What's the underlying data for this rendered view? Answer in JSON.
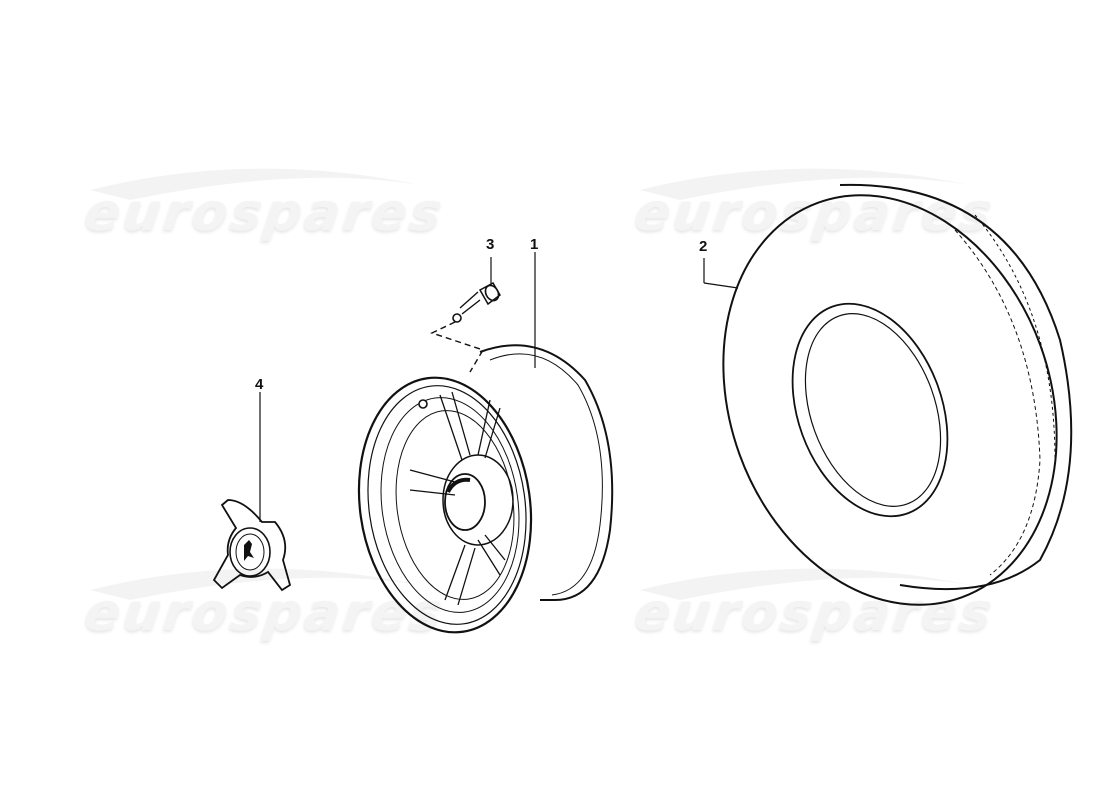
{
  "diagram": {
    "type": "exploded-parts-diagram",
    "subject": "wheel and tyre assembly",
    "watermarks": [
      {
        "text": "eurospares",
        "position": "top-left"
      },
      {
        "text": "eurospares",
        "position": "top-right"
      },
      {
        "text": "eurospares",
        "position": "bottom-left"
      },
      {
        "text": "eurospares",
        "position": "bottom-right"
      }
    ],
    "callouts": [
      {
        "number": "1",
        "part": "wheel rim"
      },
      {
        "number": "2",
        "part": "tyre"
      },
      {
        "number": "3",
        "part": "valve"
      },
      {
        "number": "4",
        "part": "knock-off spinner"
      }
    ]
  }
}
